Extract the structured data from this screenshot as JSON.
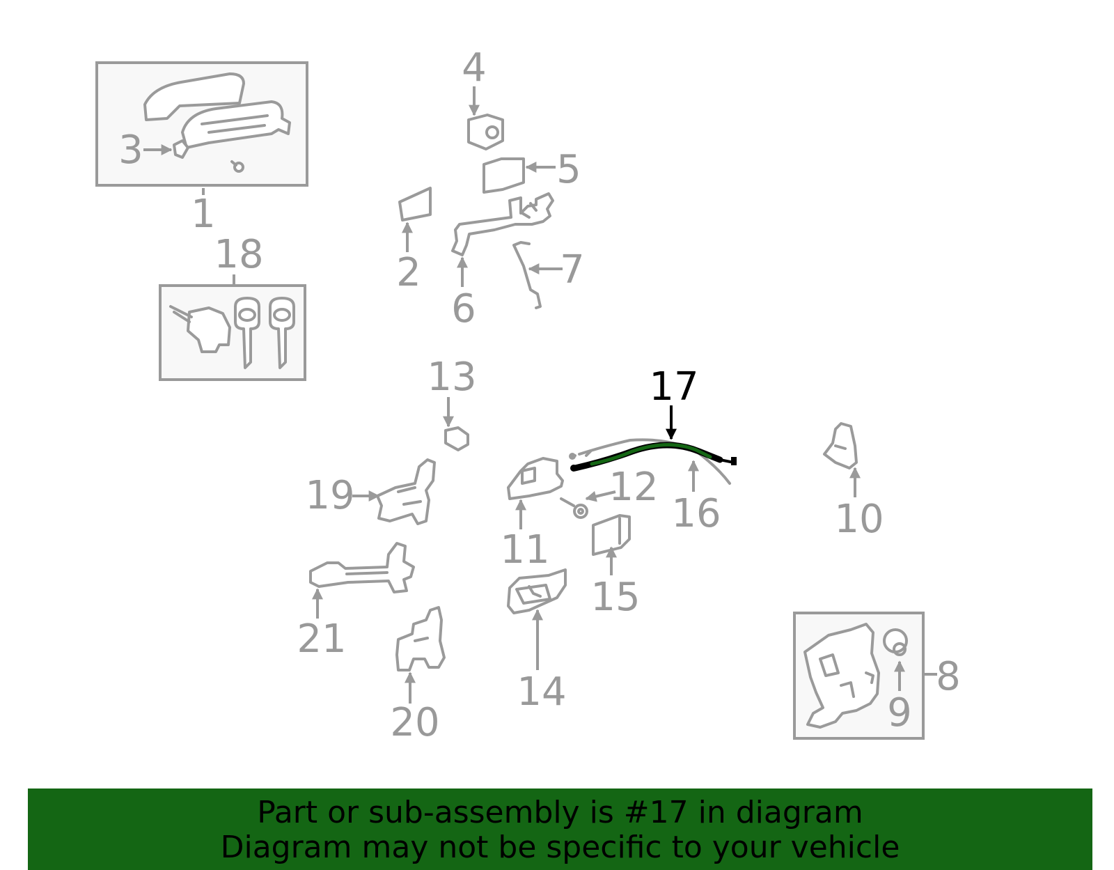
{
  "diagram": {
    "highlighted_part": "17",
    "highlight_color": "#146614",
    "callouts": {
      "c1": "1",
      "c2": "2",
      "c3": "3",
      "c4": "4",
      "c5": "5",
      "c6": "6",
      "c7": "7",
      "c8": "8",
      "c9": "9",
      "c10": "10",
      "c11": "11",
      "c12": "12",
      "c13": "13",
      "c14": "14",
      "c15": "15",
      "c16": "16",
      "c17": "17",
      "c18": "18",
      "c19": "19",
      "c20": "20",
      "c21": "21"
    }
  },
  "banner": {
    "line1": "Part or sub-assembly is #17 in diagram",
    "line2": "Diagram may not be specific to your vehicle",
    "background": "#146614"
  }
}
